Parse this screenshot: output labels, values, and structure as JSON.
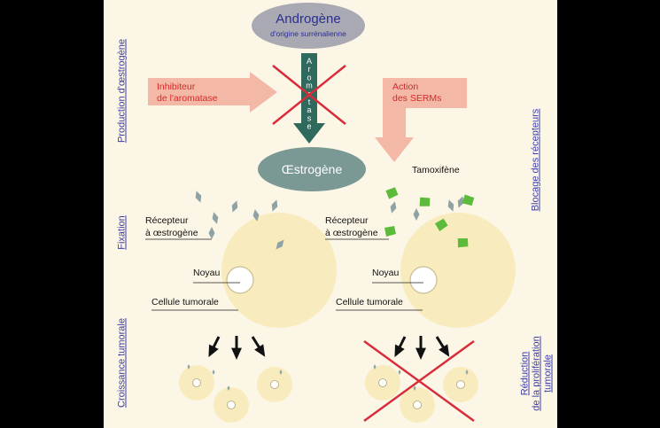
{
  "top": {
    "title": "Androgène",
    "subtitle": "d'origine surrénalienne"
  },
  "aromatase": {
    "letters": [
      "A",
      "r",
      "o",
      "m",
      "a",
      "t",
      "a",
      "s",
      "e"
    ]
  },
  "inhibitor": {
    "line1": "Inhibiteur",
    "line2": "de l'aromatase"
  },
  "serms": {
    "line1": "Action",
    "line2": "des SERMs"
  },
  "estrogen": {
    "label": "Œstrogène"
  },
  "left_cell": {
    "receptor_line1": "Récepteur",
    "receptor_line2": "à œstrogène",
    "nucleus": "Noyau",
    "cell": "Cellule tumorale"
  },
  "right_cell": {
    "drug": "Tamoxifène",
    "receptor_line1": "Récepteur",
    "receptor_line2": "à œstrogène",
    "nucleus": "Noyau",
    "cell": "Cellule tumorale"
  },
  "side_labels": {
    "production": "Production d'œstrogène",
    "fixation": "Fixation",
    "croissance": "Croissance tumorale",
    "blocage": "Blocage des récepteurs",
    "reduction_line1": "Réduction",
    "reduction_line2": "de la prolifération",
    "reduction_line3": "tumorale"
  },
  "colors": {
    "panel_bg": "#fcf6e6",
    "ellipse_top": "#a9a9b4",
    "ellipse_estrogen": "#7a9894",
    "arrow_pink": "#f4b9a6",
    "aromatase_arrow": "#2f6a5d",
    "cross_red": "#d92c3a",
    "cell_fill": "#f8ecbe",
    "receptor_gray": "#8fa3a6",
    "tamoxifen_green": "#5dbb3c",
    "title_blue": "#2b2f8f"
  }
}
